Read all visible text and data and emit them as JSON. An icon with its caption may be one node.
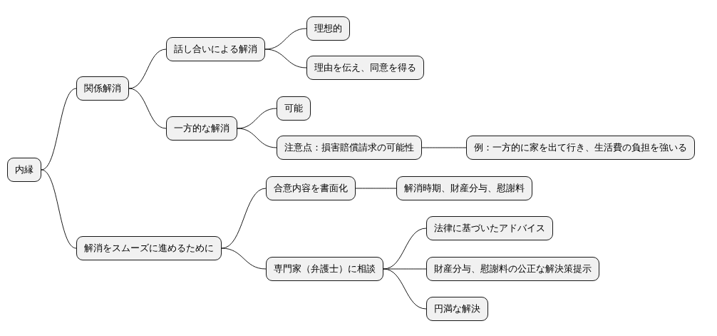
{
  "diagram": {
    "nodes": [
      {
        "text": [
          "内縁"
        ]
      },
      {
        "text": [
          "関係解消"
        ]
      },
      {
        "text": [
          "話し合いによる解消"
        ]
      },
      {
        "text": [
          "理想的"
        ]
      },
      {
        "text": [
          "理由を伝え、同意を得る"
        ]
      },
      {
        "text": [
          "一方的な解消"
        ]
      },
      {
        "text": [
          "可能"
        ]
      },
      {
        "text": [
          "注意点：損害賠償請求の可能性"
        ]
      },
      {
        "text": [
          "例：一方的に家を出て行き、生活費の負担を強いる"
        ]
      },
      {
        "text": [
          "解消をスムーズに進めるために"
        ]
      },
      {
        "text": [
          "合意内容を書面化"
        ]
      },
      {
        "text": [
          "解消時期、財産分与、慰謝料"
        ]
      },
      {
        "text": [
          "専門家（弁護士）に相談"
        ]
      },
      {
        "text": [
          "法律に基づいたアドバイス"
        ]
      },
      {
        "text": [
          "財産分与、慰謝料の公正な解決策提示"
        ]
      },
      {
        "text": [
          "円満な解決"
        ]
      }
    ],
    "edges": [
      {
        "from": 0,
        "to": 1,
        "arrow": "none"
      },
      {
        "from": 1,
        "to": 2,
        "arrow": "none"
      },
      {
        "from": 2,
        "to": 3,
        "arrow": "none"
      },
      {
        "from": 2,
        "to": 4,
        "arrow": "none"
      },
      {
        "from": 1,
        "to": 5,
        "arrow": "none"
      },
      {
        "from": 5,
        "to": 6,
        "arrow": "none"
      },
      {
        "from": 5,
        "to": 7,
        "arrow": "none"
      },
      {
        "from": 7,
        "to": 8,
        "arrow": "none"
      },
      {
        "from": 0,
        "to": 9,
        "arrow": "none"
      },
      {
        "from": 9,
        "to": 10,
        "arrow": "none"
      },
      {
        "from": 10,
        "to": 11,
        "arrow": "none"
      },
      {
        "from": 9,
        "to": 12,
        "arrow": "none"
      },
      {
        "from": 12,
        "to": 13,
        "arrow": "none"
      },
      {
        "from": 12,
        "to": 14,
        "arrow": "none"
      },
      {
        "from": 12,
        "to": 15,
        "arrow": "none"
      }
    ]
  }
}
